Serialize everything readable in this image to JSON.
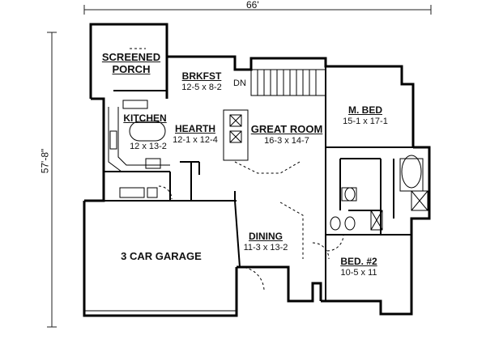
{
  "dimensions": {
    "width": "66'",
    "depth": "57'-8\""
  },
  "stair_label": "DN",
  "rooms": {
    "screened_porch": {
      "name_line1": "SCREENED",
      "name_line2": "PORCH"
    },
    "brkfst": {
      "name": "BRKFST",
      "size": "12-5 x 8-2"
    },
    "kitchen": {
      "name": "KITCHEN",
      "size": "12 x 13-2"
    },
    "hearth": {
      "name": "HEARTH",
      "size": "12-1 x 12-4"
    },
    "great_room": {
      "name": "GREAT ROOM",
      "size": "16-3 x 14-7"
    },
    "master_bed": {
      "name": "M. BED",
      "size": "15-1 x 17-1"
    },
    "garage": {
      "name": "3 CAR GARAGE"
    },
    "dining": {
      "name": "DINING",
      "size": "11-3 x 13-2"
    },
    "bed2": {
      "name": "BED. #2",
      "size": "10-5 x 11"
    }
  }
}
